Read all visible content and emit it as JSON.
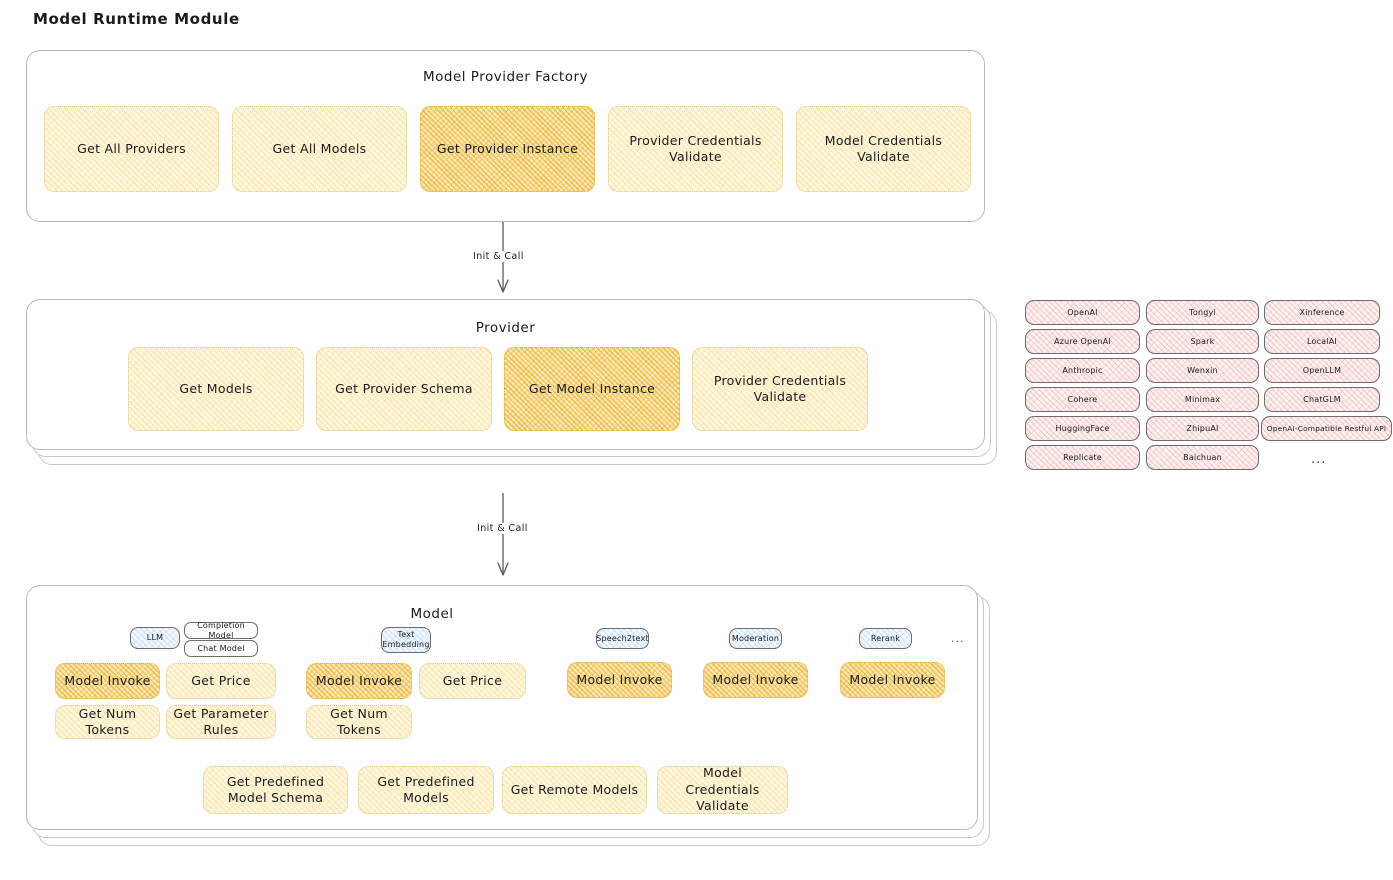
{
  "page": {
    "title": "Model Runtime Module"
  },
  "factory": {
    "title": "Model Provider Factory",
    "nodes": [
      {
        "label": "Get All Providers",
        "highlight": false
      },
      {
        "label": "Get All Models",
        "highlight": false
      },
      {
        "label": "Get Provider Instance",
        "highlight": true
      },
      {
        "label": "Provider Credentials Validate",
        "highlight": false
      },
      {
        "label": "Model Credentials Validate",
        "highlight": false
      }
    ]
  },
  "arrows": [
    {
      "label": "Init & Call"
    },
    {
      "label": "Init & Call"
    }
  ],
  "provider": {
    "title": "Provider",
    "nodes": [
      {
        "label": "Get Models",
        "highlight": false
      },
      {
        "label": "Get Provider Schema",
        "highlight": false
      },
      {
        "label": "Get Model Instance",
        "highlight": true
      },
      {
        "label": "Provider Credentials Validate",
        "highlight": false
      }
    ]
  },
  "provider_list": {
    "columns": [
      [
        "OpenAI",
        "Azure OpenAI",
        "Anthropic",
        "Cohere",
        "HuggingFace",
        "Replicate"
      ],
      [
        "Tongyi",
        "Spark",
        "Wenxin",
        "Minimax",
        "ZhipuAI",
        "Baichuan"
      ],
      [
        "Xinference",
        "LocalAI",
        "OpenLLM",
        "ChatGLM",
        "OpenAI-Compatible Restful API"
      ]
    ],
    "more": "..."
  },
  "model": {
    "title": "Model",
    "more": "...",
    "types": [
      {
        "badge": "LLM",
        "sub_badges": [
          "Completion Model",
          "Chat Model"
        ],
        "methods": [
          {
            "label": "Model Invoke",
            "highlight": true
          },
          {
            "label": "Get Price",
            "highlight": false
          },
          {
            "label": "Get Num Tokens",
            "highlight": false
          },
          {
            "label": "Get Parameter Rules",
            "highlight": false
          }
        ]
      },
      {
        "badge": "Text Embedding",
        "sub_badges": [],
        "methods": [
          {
            "label": "Model Invoke",
            "highlight": true
          },
          {
            "label": "Get Price",
            "highlight": false
          },
          {
            "label": "Get Num Tokens",
            "highlight": false
          }
        ]
      },
      {
        "badge": "Speech2text",
        "sub_badges": [],
        "methods": [
          {
            "label": "Model Invoke",
            "highlight": true
          }
        ]
      },
      {
        "badge": "Moderation",
        "sub_badges": [],
        "methods": [
          {
            "label": "Model Invoke",
            "highlight": true
          }
        ]
      },
      {
        "badge": "Rerank",
        "sub_badges": [],
        "methods": [
          {
            "label": "Model Invoke",
            "highlight": true
          }
        ]
      }
    ],
    "shared_methods": [
      "Get Predefined Model Schema",
      "Get Predefined Models",
      "Get Remote Models",
      "Model Credentials Validate"
    ]
  },
  "colors": {
    "accent_orange": "#e9aa1b",
    "light_yellow": "#fdf6df",
    "provider_pink": "#fdf0f0",
    "badge_blue": "#f2f8fd",
    "stroke": "#6b6b70"
  }
}
